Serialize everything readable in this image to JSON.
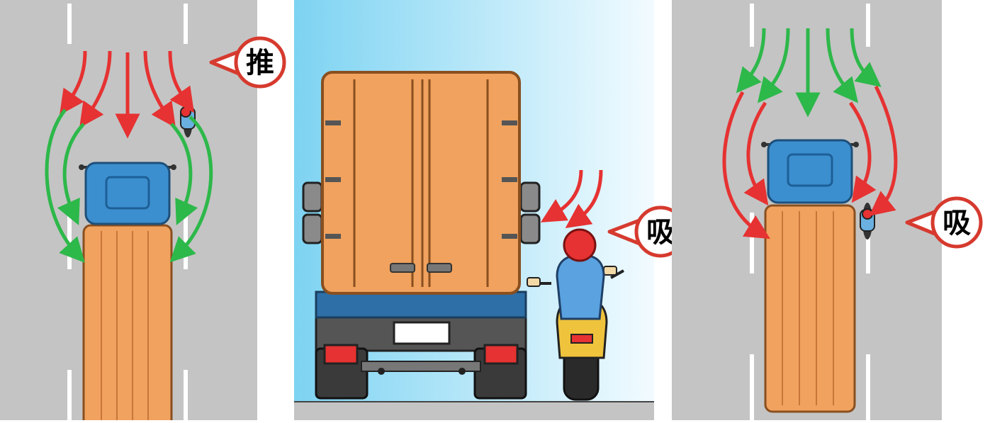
{
  "panels": [
    {
      "id": "left",
      "label": "推"
    },
    {
      "id": "middle",
      "label": "吸"
    },
    {
      "id": "right",
      "label": "吸"
    }
  ],
  "colors": {
    "road": "#c4c4c4",
    "lane_line": "#ffffff",
    "sky_light": "#eaf8ff",
    "sky_dark": "#7dd3f2",
    "cargo_box": "#f0a25e",
    "cargo_outline": "#8a4f1f",
    "cab": "#3c8fcf",
    "arrow_red": "#e63232",
    "arrow_green": "#2db84a",
    "badge_border": "#d63a2e"
  },
  "icons": [
    "push-badge-icon",
    "suction-badge-icon",
    "truck-icon",
    "motorcycle-icon"
  ]
}
